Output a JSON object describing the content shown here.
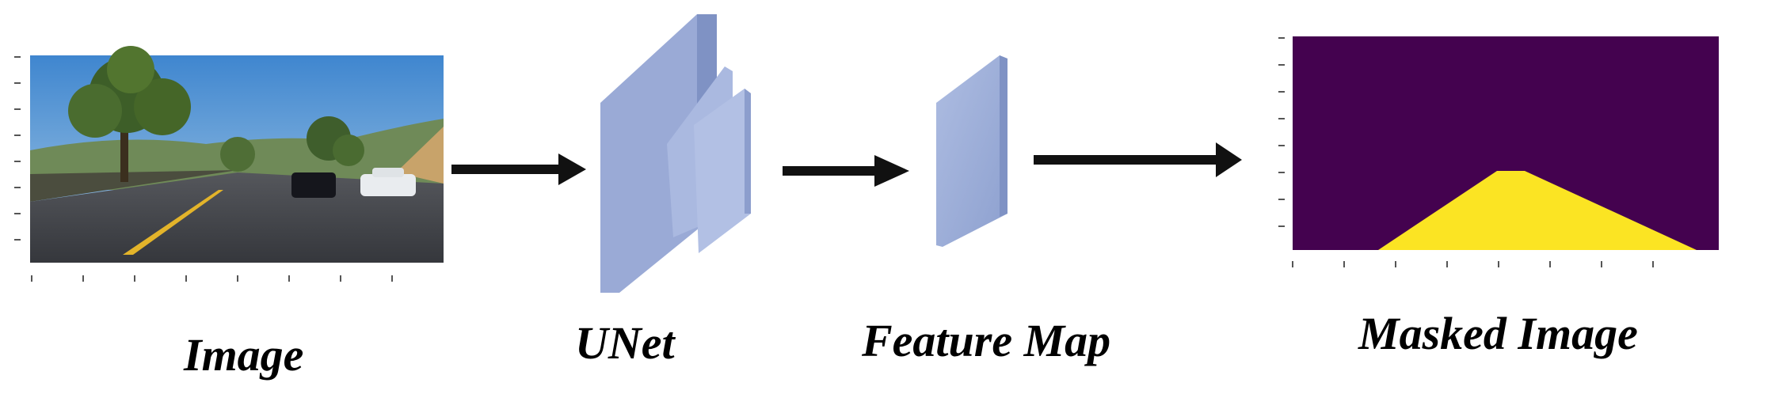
{
  "stages": [
    {
      "id": "image",
      "caption": "Image"
    },
    {
      "id": "unet",
      "caption": "UNet"
    },
    {
      "id": "feature",
      "caption": "Feature Map"
    },
    {
      "id": "masked",
      "caption": "Masked Image"
    }
  ],
  "colors": {
    "block_face": "#9fb0d8",
    "block_side": "#7f92c4",
    "mask_background": "#44024f",
    "mask_region": "#fbe423",
    "arrow": "#111111",
    "sky": "#5f9fd6",
    "road": "#3f4147",
    "lane_line": "#e3b42a"
  },
  "icons": [
    "road-photo",
    "unet-block-icon",
    "feature-map-icon",
    "right-arrow-icon"
  ]
}
